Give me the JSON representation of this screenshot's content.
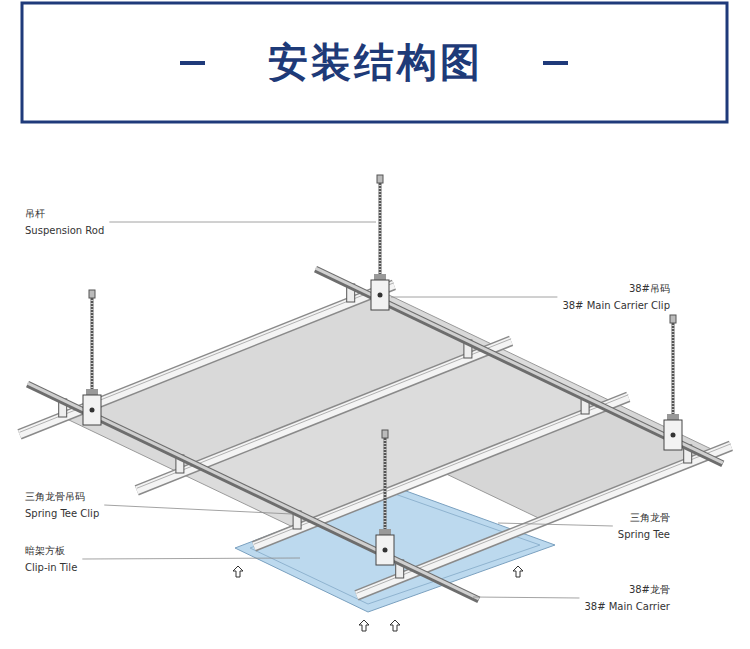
{
  "diagram": {
    "title": "安装结构图",
    "labels": [
      "吊杆",
      "Suspension Rod",
      "38#吊码",
      "38# Main Carrier Clip",
      "三角龙骨吊码",
      "Spring Tee Clip",
      "暗架方板",
      "Clip-in Tile",
      "三角龙骨",
      "Spring Tee",
      "38#龙骨",
      "38# Main Carrier"
    ]
  }
}
